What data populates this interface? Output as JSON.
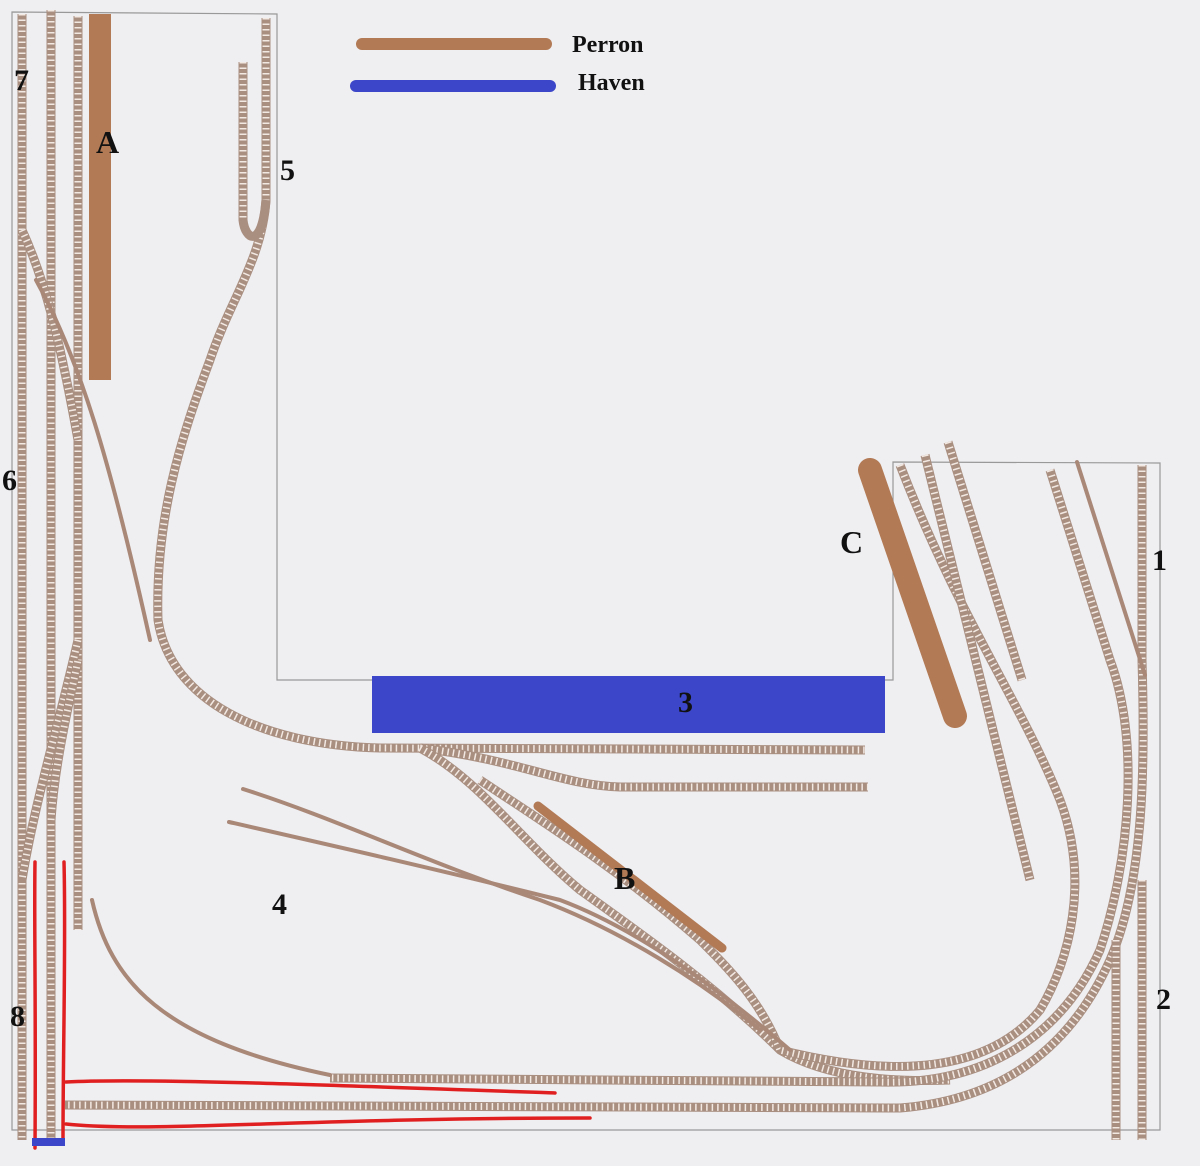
{
  "legend": {
    "platform": {
      "label": "Perron",
      "color": "#b27a55"
    },
    "harbour": {
      "label": "Haven",
      "color": "#3b46c8"
    }
  },
  "track_numbers": [
    "1",
    "2",
    "3",
    "4",
    "5",
    "6",
    "7",
    "8"
  ],
  "platform_letters": [
    "A",
    "B",
    "C"
  ],
  "colors": {
    "background": "#efeef1",
    "track": "#a98f80",
    "outline": "#999999",
    "platform": "#b27a55",
    "harbour": "#3b46c8",
    "sketch": "#e02020"
  }
}
